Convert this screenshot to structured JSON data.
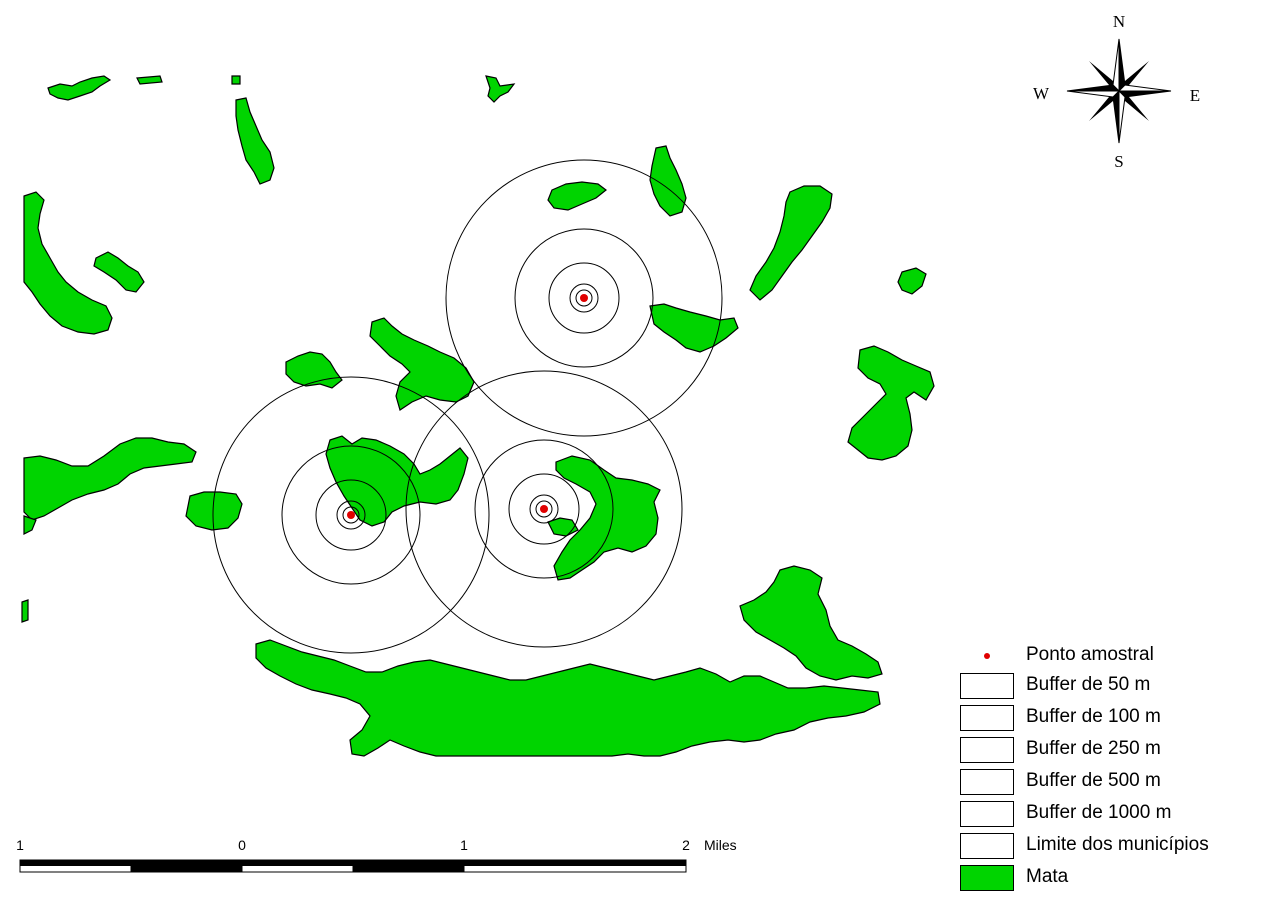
{
  "compass": {
    "north": "N",
    "south": "S",
    "east": "E",
    "west": "W"
  },
  "scale_bar": {
    "ticks": [
      "1",
      "0",
      "1",
      "2"
    ],
    "unit": "Miles"
  },
  "legend": {
    "items": [
      {
        "label": "Ponto amostral",
        "symbol": "red-dot"
      },
      {
        "label": "Buffer de 50 m",
        "symbol": "empty-box"
      },
      {
        "label": "Buffer de 100 m",
        "symbol": "empty-box"
      },
      {
        "label": "Buffer de 250 m",
        "symbol": "empty-box"
      },
      {
        "label": "Buffer de 500 m",
        "symbol": "empty-box"
      },
      {
        "label": "Buffer de 1000 m",
        "symbol": "empty-box"
      },
      {
        "label": "Limite dos municípios",
        "symbol": "empty-box"
      },
      {
        "label": "Mata",
        "symbol": "green-box"
      }
    ]
  },
  "colors": {
    "forest": "#00d400",
    "sample_point": "#e00000",
    "outline": "#000000"
  },
  "sample_points": 3
}
